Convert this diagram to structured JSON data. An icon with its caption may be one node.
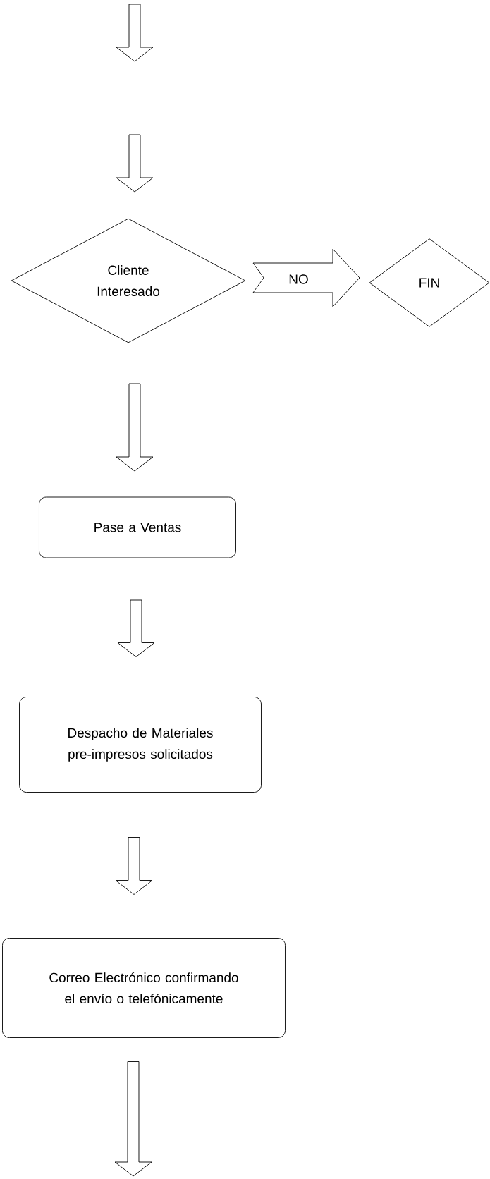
{
  "diagram": {
    "nodes": [
      {
        "text": [
          "Cliente Interesado"
        ]
      },
      {
        "text": [
          "FIN"
        ]
      },
      {
        "text": [
          "Pase a Ventas"
        ]
      },
      {
        "text": [
          "Despacho de Materiales pre-impresos solicitados"
        ]
      },
      {
        "text": [
          "Correo Electrónico confirmando el envío o telefónicamente"
        ]
      }
    ],
    "edges": [
      {
        "from": null,
        "to": 0,
        "arrow": "to"
      },
      {
        "from": 0,
        "to": 1,
        "arrow": "to",
        "label": "NO"
      },
      {
        "from": 0,
        "to": 2,
        "arrow": "to"
      },
      {
        "from": 2,
        "to": 3,
        "arrow": "to"
      },
      {
        "from": 3,
        "to": 4,
        "arrow": "to"
      },
      {
        "from": 4,
        "to": null,
        "arrow": "to"
      }
    ]
  }
}
